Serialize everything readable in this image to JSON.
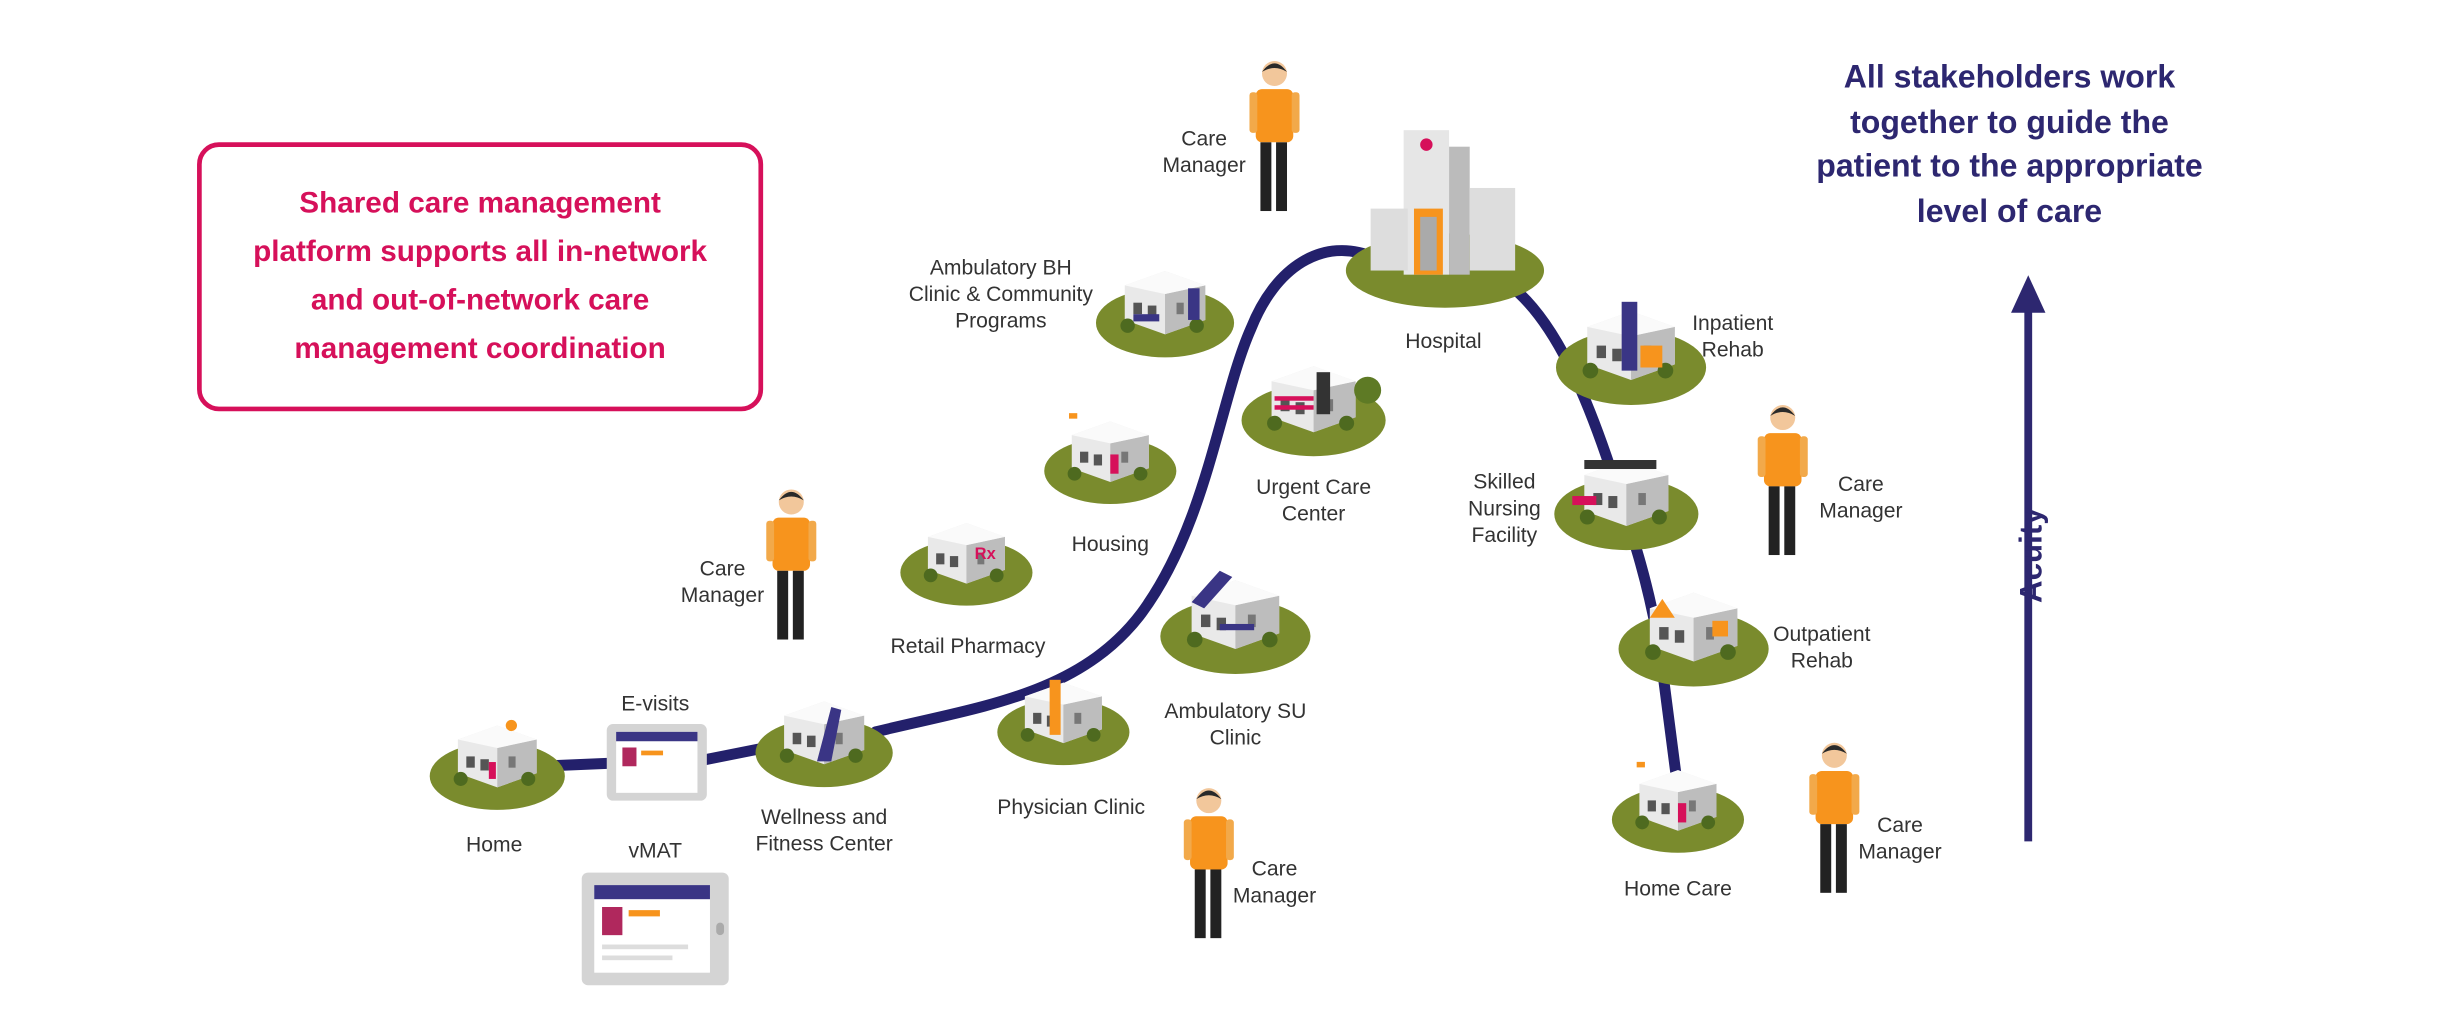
{
  "callout": {
    "lines": [
      "Shared care management",
      "platform supports all in-network",
      "and out-of-network care",
      "management coordination"
    ]
  },
  "title": {
    "lines": [
      "All stakeholders work",
      "together to guide the",
      "patient to the appropriate",
      "level of care"
    ]
  },
  "axis": {
    "label": "Acuity"
  },
  "nodes": {
    "home": "Home",
    "evisits": "E-visits",
    "vmat": "vMAT",
    "wellness": [
      "Wellness and",
      "Fitness Center"
    ],
    "physician": "Physician Clinic",
    "pharmacy": "Retail Pharmacy",
    "housing": "Housing",
    "ambulatory_su": [
      "Ambulatory SU",
      "Clinic"
    ],
    "urgent_care": [
      "Urgent Care",
      "Center"
    ],
    "ambulatory_bh": [
      "Ambulatory BH",
      "Clinic & Community",
      "Programs"
    ],
    "hospital": "Hospital",
    "inpatient_rehab": [
      "Inpatient",
      "Rehab"
    ],
    "skilled_nursing": [
      "Skilled",
      "Nursing",
      "Facility"
    ],
    "outpatient_rehab": [
      "Outpatient",
      "Rehab"
    ],
    "home_care": "Home Care"
  },
  "care_manager": [
    "Care",
    "Manager"
  ],
  "colors": {
    "accent": "#d6105a",
    "navy": "#2d2770",
    "path": "#23206b",
    "grass": "#7a8b2d",
    "shirt": "#f7941d"
  }
}
